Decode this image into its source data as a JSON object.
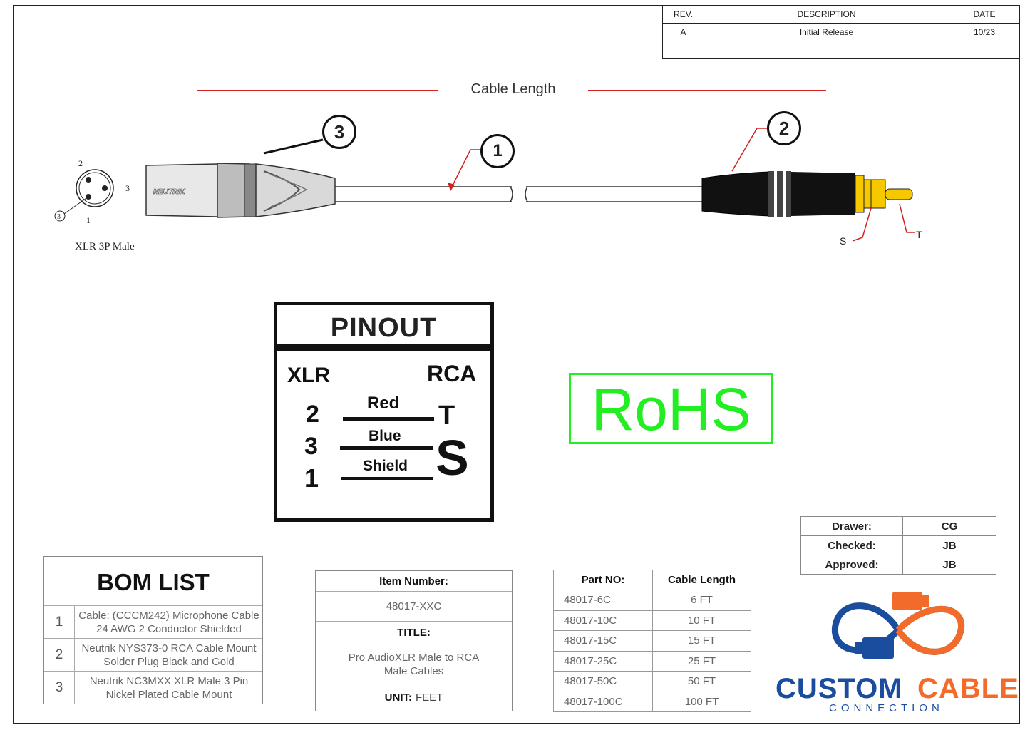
{
  "revision_block": {
    "headers": [
      "REV.",
      "DESCRIPTION",
      "DATE"
    ],
    "rows": [
      [
        "A",
        "Initial Release",
        "10/23"
      ],
      [
        "",
        "",
        ""
      ]
    ]
  },
  "drawing": {
    "cable_length_label": "Cable Length",
    "callouts": [
      "1",
      "2",
      "3"
    ],
    "xlr_label": "XLR 3P Male",
    "xlr_pins": [
      "2",
      "3",
      "3",
      "1"
    ],
    "neutrik_brand": "NEUTRIK",
    "rca_pins": [
      "S",
      "T"
    ],
    "colors": {
      "red_line": "#d32020",
      "rca_pin": "#f5c800",
      "rohs_green": "#22ee22"
    }
  },
  "pinout": {
    "title": "PINOUT",
    "left_header": "XLR",
    "right_header": "RCA",
    "rows": [
      {
        "xlr": "2",
        "wire": "Red",
        "rca": "T"
      },
      {
        "xlr": "3",
        "wire": "Blue",
        "rca": ""
      },
      {
        "xlr": "1",
        "wire": "Shield",
        "rca": ""
      }
    ],
    "shared_rca": "S"
  },
  "rohs": "RoHS",
  "signoff": [
    {
      "label": "Drawer:",
      "value": "CG"
    },
    {
      "label": "Checked:",
      "value": "JB"
    },
    {
      "label": "Approved:",
      "value": "JB"
    }
  ],
  "bom": {
    "title": "BOM LIST",
    "items": [
      {
        "num": "1",
        "line1": "Cable: (CCCM242) Microphone Cable",
        "line2": "24 AWG 2 Conductor Shielded"
      },
      {
        "num": "2",
        "line1": "Neutrik NYS373-0 RCA Cable Mount",
        "line2": "Solder Plug Black and Gold"
      },
      {
        "num": "3",
        "line1": "Neutrik NC3MXX XLR Male 3 Pin",
        "line2": "Nickel Plated Cable Mount"
      }
    ]
  },
  "item_block": {
    "item_number_label": "Item Number:",
    "item_number": "48017-XXC",
    "title_label": "TITLE:",
    "title_line1": "Pro AudioXLR Male to RCA",
    "title_line2": "Male Cables",
    "unit_label": "UNIT:",
    "unit_value": "FEET"
  },
  "parts": {
    "headers": [
      "Part NO:",
      "Cable Length"
    ],
    "rows": [
      [
        "48017-6C",
        "6 FT"
      ],
      [
        "48017-10C",
        "10 FT"
      ],
      [
        "48017-15C",
        "15 FT"
      ],
      [
        "48017-25C",
        "25 FT"
      ],
      [
        "48017-50C",
        "50 FT"
      ],
      [
        "48017-100C",
        "100 FT"
      ]
    ]
  },
  "logo": {
    "word1": "CUSTOM",
    "word2": "CABLE",
    "subtitle": "CONNECTION",
    "colors": {
      "blue": "#1a4d9e",
      "orange": "#f26b2a"
    }
  }
}
